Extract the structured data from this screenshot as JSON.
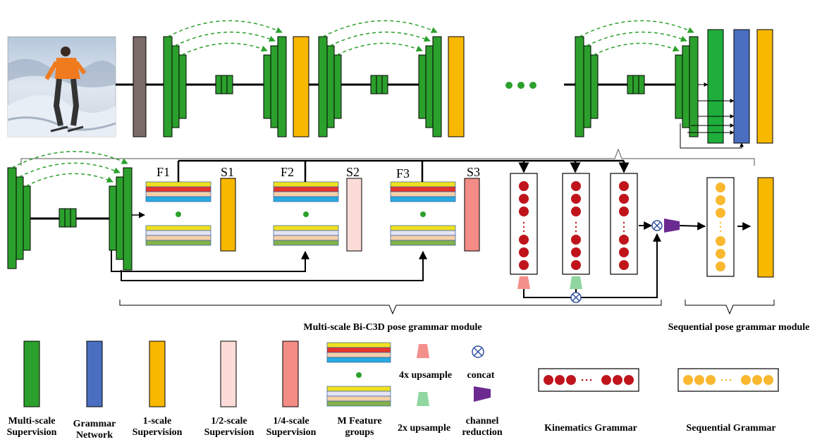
{
  "colors": {
    "multiscale_green": "#2ca02c",
    "grammar_blue": "#4a6fc0",
    "one_scale_orange": "#f9b800",
    "half_scale_pink": "#fcdcd8",
    "quarter_scale_salmon": "#f48c86",
    "kinematic_red": "#c0141c",
    "sequential_orange": "#f9b830",
    "upsample4x": "#f4908c",
    "upsample2x": "#90d6a0",
    "reduction_purple": "#6b2a90",
    "concat_blue": "#3050a0",
    "skip_arrow_green": "#2ca02c",
    "feature_red": "#e8332b",
    "feature_yellow": "#f0e020",
    "feature_blue": "#29aae1",
    "feature_beige": "#f6cfa8",
    "feature_lavender": "#e6e3f5",
    "feature_green": "#86b04a"
  },
  "icons": {
    "concat": "circle-cross-icon",
    "upsample": "trapezoid-icon",
    "channel_reduction": "wedge-icon",
    "photo": "skier-photo"
  },
  "labels": {
    "f1": "F1",
    "s1": "S1",
    "f2": "F2",
    "s2": "S2",
    "f3": "F3",
    "s3": "S3",
    "bi_c3d_module": "Multi-scale Bi-C3D pose grammar module",
    "sequential_module": "Sequential pose grammar module"
  },
  "legend": {
    "multiscale_supervision": [
      "Multi-scale",
      "Supervision"
    ],
    "grammar_network": [
      "Grammar",
      "Network"
    ],
    "one_scale_supervision": [
      "1-scale",
      "Supervision"
    ],
    "half_scale_supervision": [
      "1/2-scale",
      "Supervision"
    ],
    "quarter_scale_supervision": [
      "1/4-scale",
      "Supervision"
    ],
    "feature_groups": [
      "M Feature",
      "groups"
    ],
    "upsample4x": "4x upsample",
    "upsample2x": "2x upsample",
    "concat": "concat",
    "channel_reduction": [
      "channel",
      "reduction"
    ],
    "kinematics_grammar": "Kinematics Grammar",
    "sequential_grammar": "Sequential Grammar"
  }
}
